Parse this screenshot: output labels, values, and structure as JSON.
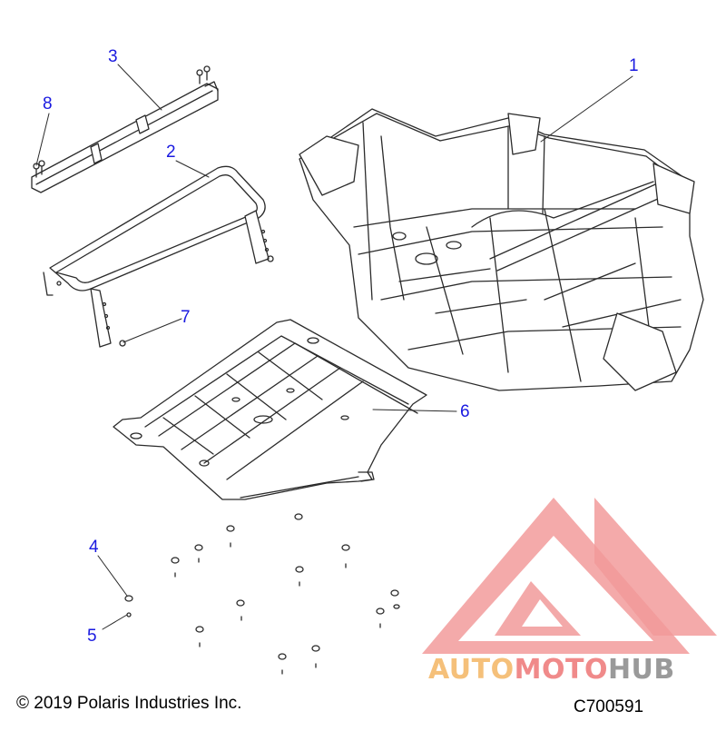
{
  "diagram": {
    "callouts": [
      {
        "id": "1",
        "label": "1"
      },
      {
        "id": "2",
        "label": "2"
      },
      {
        "id": "3",
        "label": "3"
      },
      {
        "id": "4",
        "label": "4"
      },
      {
        "id": "5",
        "label": "5"
      },
      {
        "id": "6",
        "label": "6"
      },
      {
        "id": "7",
        "label": "7"
      },
      {
        "id": "8",
        "label": "8"
      }
    ],
    "callout_color": "#1a1ae0",
    "line_color": "#2b2b2b"
  },
  "footer": {
    "copyright": "© 2019 Polaris Industries Inc.",
    "code": "C700591"
  },
  "watermark": {
    "part1": "AUTO",
    "part2": "MOTO",
    "part3": "HUB",
    "logo_color": "#f08a8a",
    "part1_color": "#f5c07a",
    "part2_color": "#f08a8a",
    "part3_color": "#9a9a9a"
  }
}
